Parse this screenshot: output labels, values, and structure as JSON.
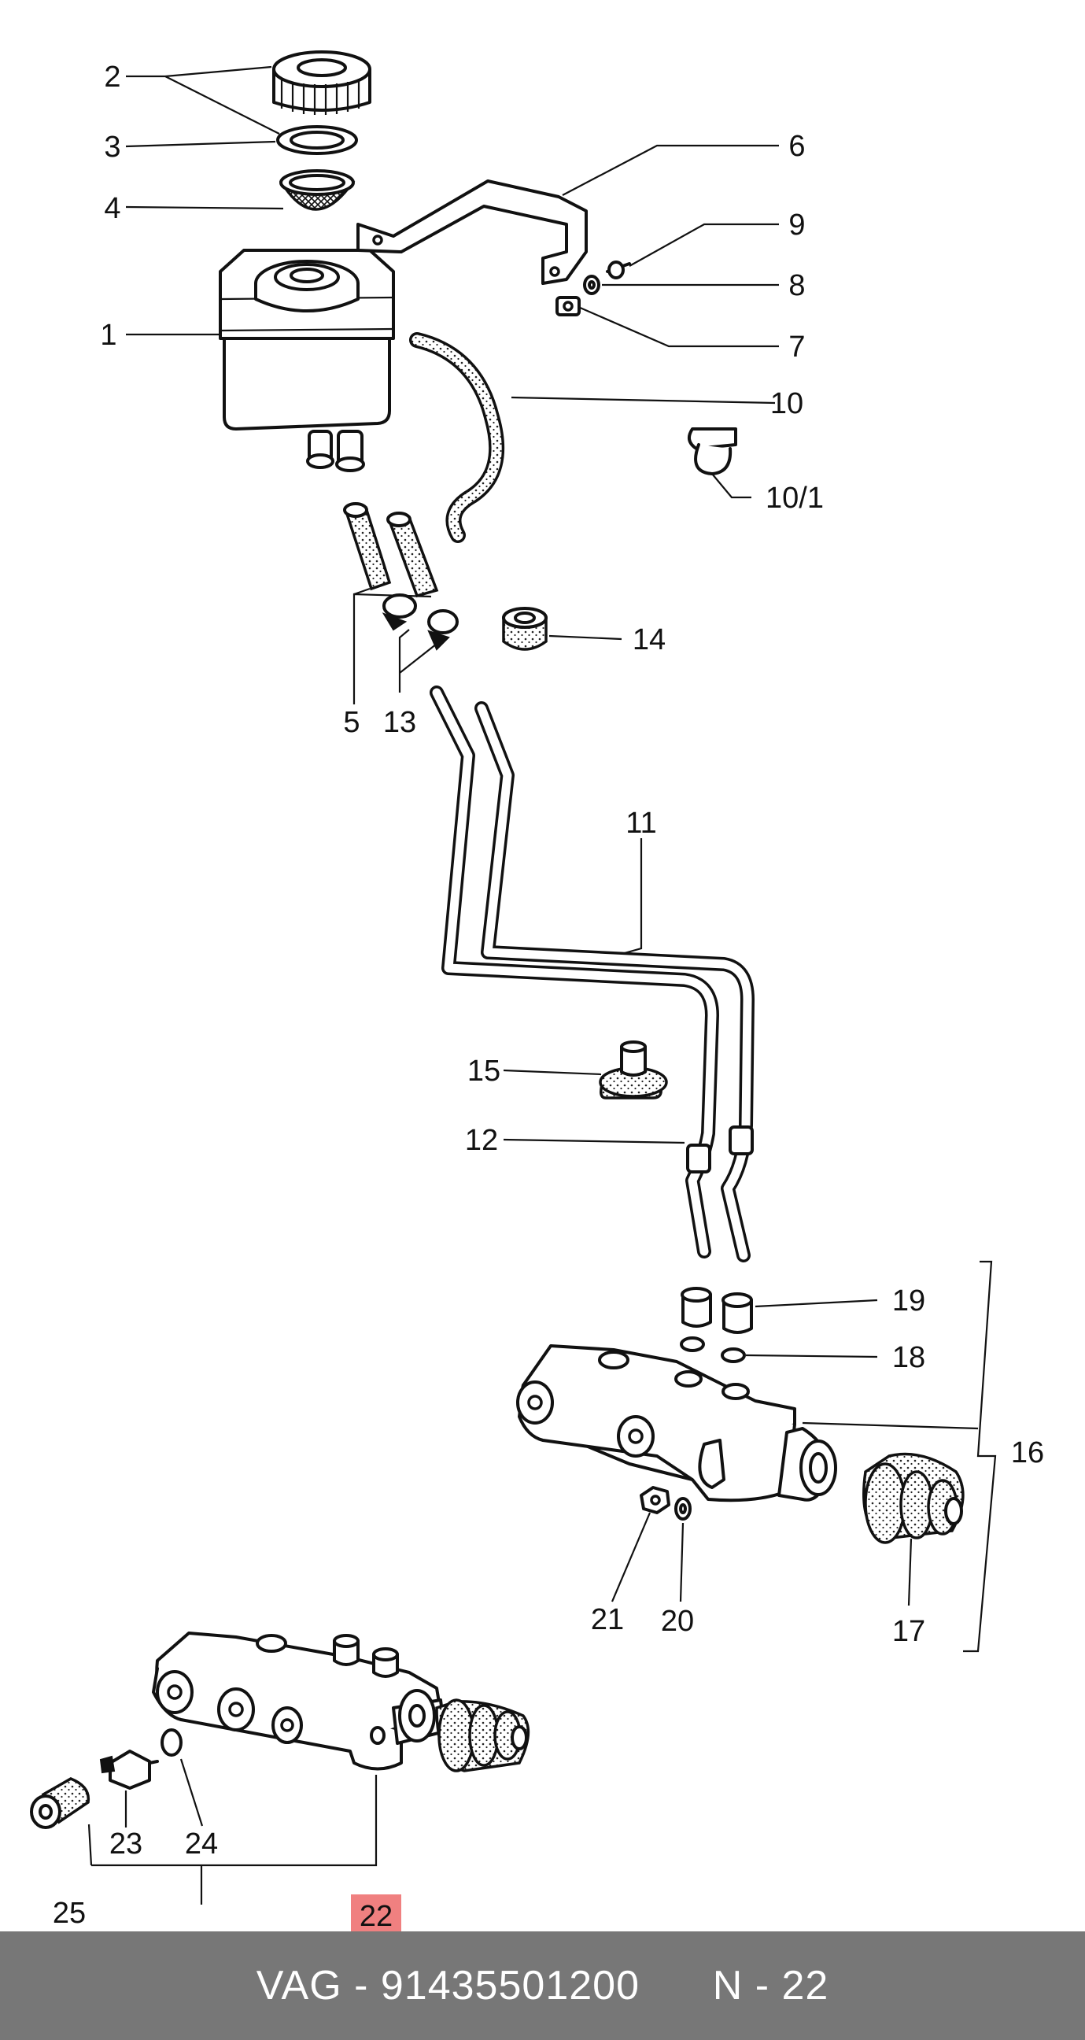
{
  "callouts": {
    "c1": "1",
    "c2": "2",
    "c3": "3",
    "c4": "4",
    "c5": "5",
    "c6": "6",
    "c7": "7",
    "c8": "8",
    "c9": "9",
    "c10": "10",
    "c10_1": "10/1",
    "c11": "11",
    "c12": "12",
    "c13": "13",
    "c14": "14",
    "c15": "15",
    "c16": "16",
    "c17": "17",
    "c18": "18",
    "c19": "19",
    "c20": "20",
    "c21": "21",
    "c22": "22",
    "c23": "23",
    "c24": "24",
    "c25": "25"
  },
  "highlighted_callout": "22",
  "footer": {
    "brand": "VAG",
    "part_number": "91435501200",
    "page": "N - 22"
  },
  "colors": {
    "highlight": "#f08080",
    "footer_bg": "#777777",
    "footer_text": "#ffffff",
    "line": "#111111"
  }
}
